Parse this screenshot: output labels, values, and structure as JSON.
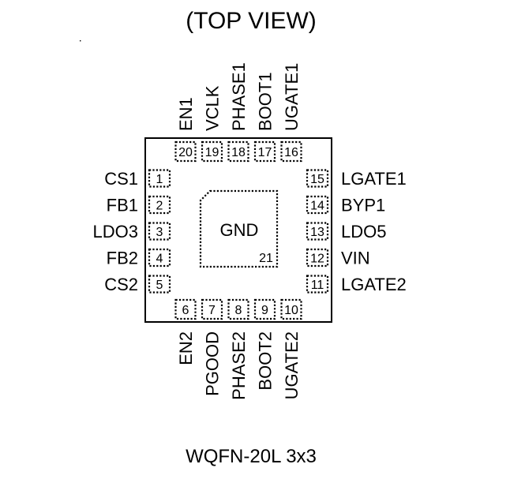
{
  "title": "(TOP VIEW)",
  "package": "WQFN-20L  3x3",
  "exposed_pad": {
    "label": "GND",
    "number": "21"
  },
  "pins": {
    "left": [
      {
        "num": "1",
        "name": "CS1"
      },
      {
        "num": "2",
        "name": "FB1"
      },
      {
        "num": "3",
        "name": "LDO3"
      },
      {
        "num": "4",
        "name": "FB2"
      },
      {
        "num": "5",
        "name": "CS2"
      }
    ],
    "bottom": [
      {
        "num": "6",
        "name": "EN2"
      },
      {
        "num": "7",
        "name": "PGOOD"
      },
      {
        "num": "8",
        "name": "PHASE2"
      },
      {
        "num": "9",
        "name": "BOOT2"
      },
      {
        "num": "10",
        "name": "UGATE2"
      }
    ],
    "right": [
      {
        "num": "11",
        "name": "LGATE2"
      },
      {
        "num": "12",
        "name": "VIN"
      },
      {
        "num": "13",
        "name": "LDO5"
      },
      {
        "num": "14",
        "name": "BYP1"
      },
      {
        "num": "15",
        "name": "LGATE1"
      }
    ],
    "top": [
      {
        "num": "16",
        "name": "UGATE1"
      },
      {
        "num": "17",
        "name": "BOOT1"
      },
      {
        "num": "18",
        "name": "PHASE1"
      },
      {
        "num": "19",
        "name": "VCLK"
      },
      {
        "num": "20",
        "name": "EN1"
      }
    ]
  }
}
